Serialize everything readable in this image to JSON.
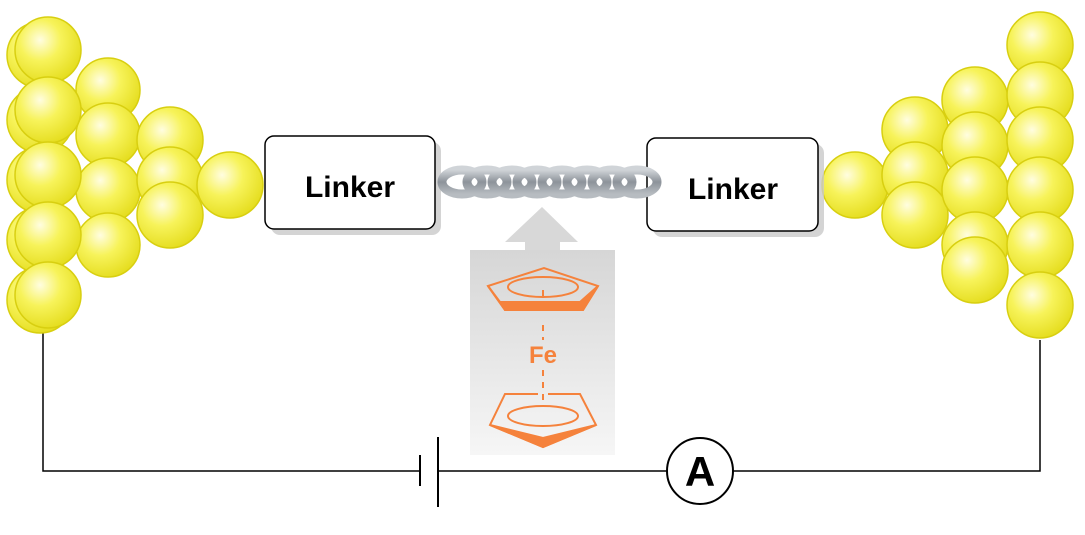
{
  "diagram": {
    "left_linker_label": "Linker",
    "right_linker_label": "Linker",
    "metal_label": "Fe",
    "ammeter_label": "A"
  },
  "colors": {
    "gold": "#f5f04a",
    "gold_edge": "#d8cf10",
    "ferrocene": "#f5823c",
    "chain": "#9a9fa6",
    "wire": "#000000"
  },
  "icons": {
    "electrodes": "gold-sphere-cluster",
    "molecule_bridge": "chain-icon",
    "battery": "battery-symbol",
    "meter": "ammeter-symbol"
  }
}
